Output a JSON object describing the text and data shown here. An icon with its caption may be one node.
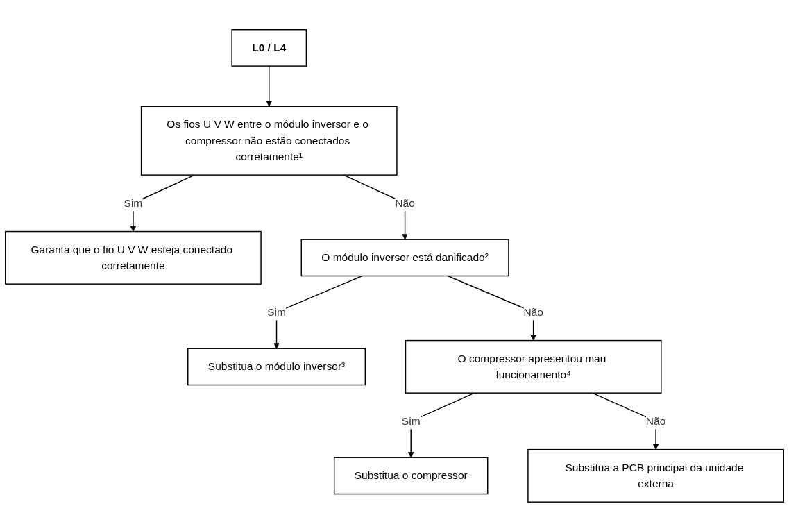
{
  "diagram": {
    "nodes": [
      {
        "text": [
          "L0 / L4"
        ]
      },
      {
        "text": [
          "Os fios U V W entre o módulo inversor e o compressor não estão conectados corretamente¹"
        ]
      },
      {
        "text": [
          "Garanta que o fio U V W esteja conectado corretamente"
        ]
      },
      {
        "text": [
          "O módulo inversor está danificado²"
        ]
      },
      {
        "text": [
          "Substitua o módulo inversor³"
        ]
      },
      {
        "text": [
          "O compressor apresentou mau funcionamento⁴"
        ]
      },
      {
        "text": [
          "Substitua o compressor"
        ]
      },
      {
        "text": [
          "Substitua a PCB principal da unidade externa"
        ]
      }
    ],
    "edges": [
      {
        "from": 0,
        "to": 1,
        "arrow": "to"
      },
      {
        "from": 1,
        "to": 2,
        "arrow": "to",
        "label": "Sim"
      },
      {
        "from": 1,
        "to": 3,
        "arrow": "to",
        "label": "Não"
      },
      {
        "from": 3,
        "to": 4,
        "arrow": "to",
        "label": "Sim"
      },
      {
        "from": 3,
        "to": 5,
        "arrow": "to",
        "label": "Não"
      },
      {
        "from": 5,
        "to": 6,
        "arrow": "to",
        "label": "Sim"
      },
      {
        "from": 5,
        "to": 7,
        "arrow": "to",
        "label": "Não"
      }
    ]
  }
}
